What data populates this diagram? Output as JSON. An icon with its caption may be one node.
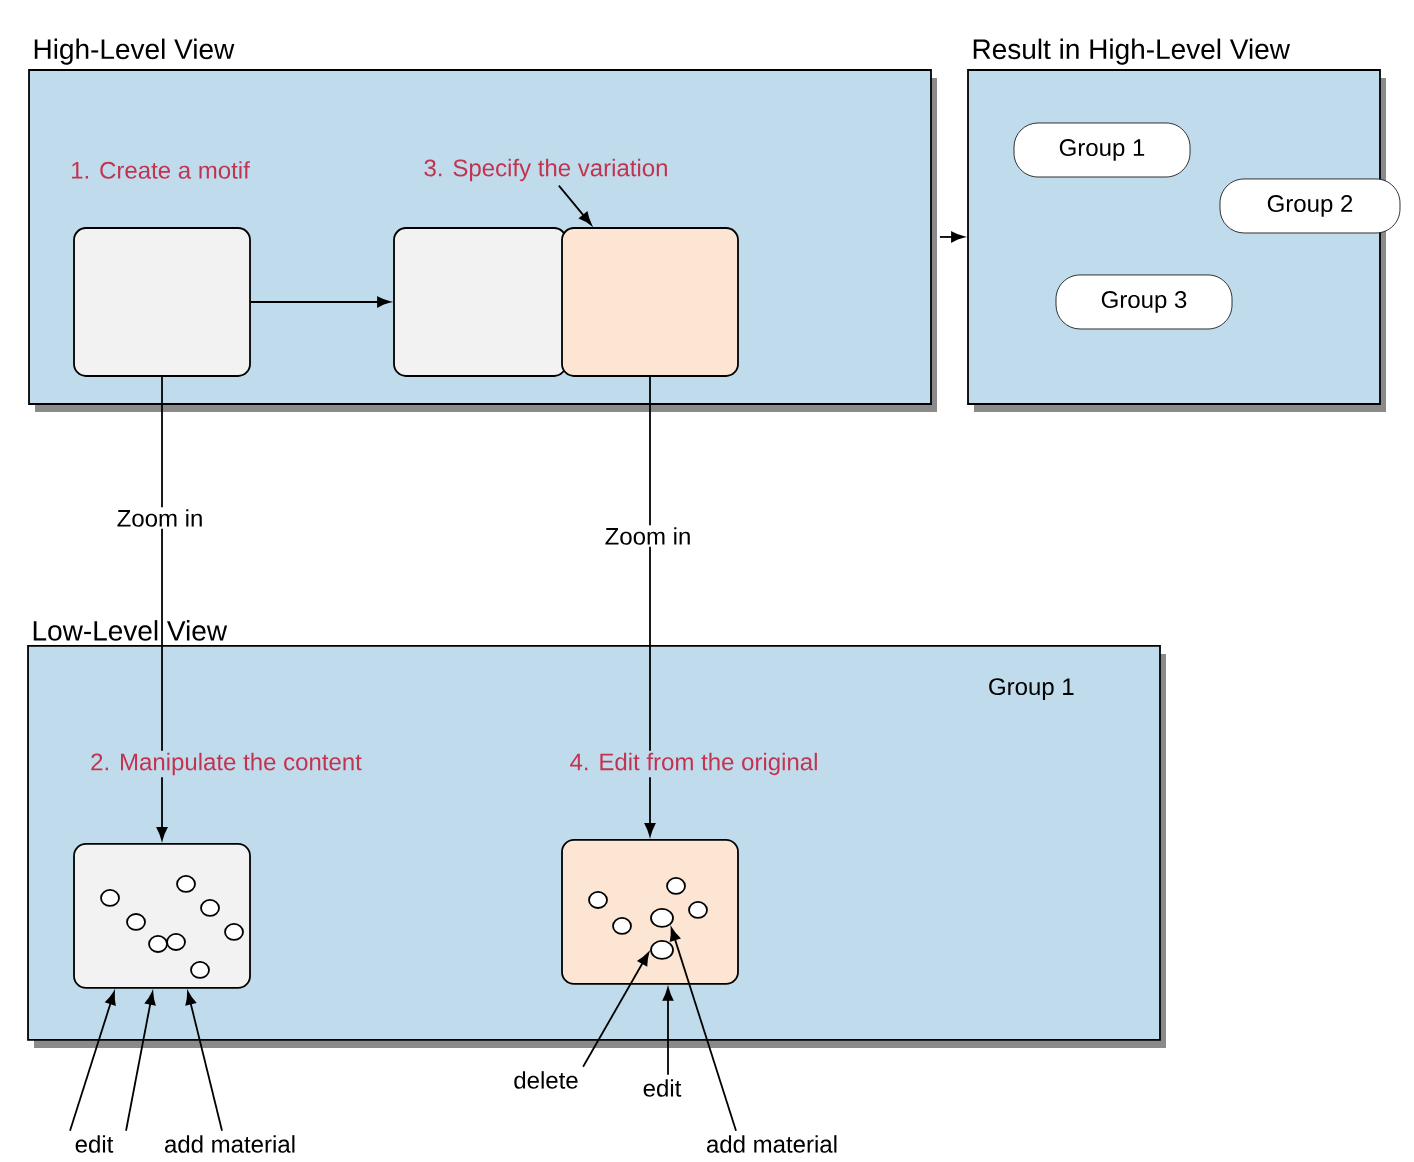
{
  "diagram": {
    "nodes": [
      {
        "text": [
          "High-Level View"
        ]
      },
      {
        "text": [
          "3. Specify the variation"
        ],
        "in": 0
      },
      {
        "text": [],
        "shape": "box",
        "in": 0
      },
      {
        "text": [],
        "shape": "box",
        "in": 0
      },
      {
        "text": [],
        "shape": "box",
        "in": 0
      },
      {
        "text": [
          "Result in High-Level View"
        ]
      },
      {
        "text": [
          "Group 1"
        ],
        "in": 5
      },
      {
        "text": [
          "Group 2"
        ],
        "in": 5
      },
      {
        "text": [
          "Group 3"
        ],
        "in": 5
      },
      {
        "text": [
          "Low-Level View",
          "Group 1"
        ]
      },
      {
        "text": [],
        "shape": "box",
        "in": 9
      },
      {
        "text": [],
        "shape": "box",
        "in": 9
      },
      {
        "text": [],
        "shape": "circle",
        "in": 11
      },
      {
        "text": [],
        "shape": "circle",
        "in": 11
      },
      {
        "text": [
          "edit"
        ]
      },
      {
        "text": [
          "add material"
        ]
      },
      {
        "text": [
          "delete"
        ]
      },
      {
        "text": [
          "edit"
        ]
      },
      {
        "text": [
          "add material"
        ]
      }
    ],
    "edges": [
      {
        "from": 2,
        "to": 3,
        "arrow": "to"
      },
      {
        "from": 1,
        "to": 4,
        "arrow": "to"
      },
      {
        "from": 0,
        "to": 5,
        "arrow": "to"
      },
      {
        "from": 2,
        "to": 10,
        "arrow": "to",
        "label": "Zoom in"
      },
      {
        "from": 4,
        "to": 11,
        "arrow": "to",
        "label": "Zoom in"
      },
      {
        "from": 14,
        "to": 10,
        "arrow": "to"
      },
      {
        "from": 14,
        "to": 10,
        "arrow": "to"
      },
      {
        "from": 15,
        "to": 10,
        "arrow": "to"
      },
      {
        "from": 16,
        "to": 13,
        "arrow": "to"
      },
      {
        "from": 17,
        "to": 11,
        "arrow": "to"
      },
      {
        "from": 18,
        "to": 12,
        "arrow": "to"
      }
    ],
    "labels": [
      "1. Create a motif",
      "2. Manipulate the content",
      "4. Edit from the original"
    ]
  }
}
